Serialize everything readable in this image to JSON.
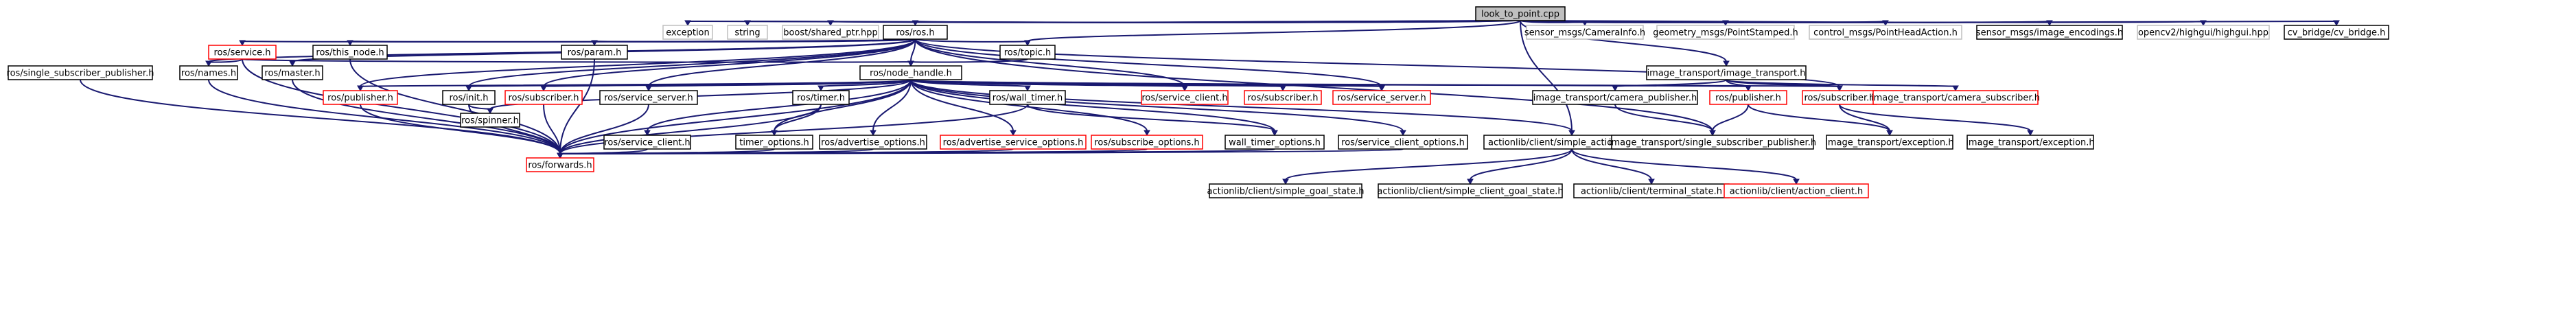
{
  "colors": {
    "edge": "#191970",
    "black_border": "#000000",
    "red_border": "#ff0000",
    "grey_border": "#bfbfbf",
    "root_fill": "#bfbfbf"
  },
  "nodes": [
    {
      "id": "root",
      "label": "look_to_point.cpp",
      "style": "root"
    },
    {
      "id": "exception",
      "label": "exception",
      "style": "grey"
    },
    {
      "id": "string",
      "label": "string",
      "style": "grey"
    },
    {
      "id": "shared_ptr",
      "label": "boost/shared_ptr.hpp",
      "style": "grey"
    },
    {
      "id": "ros_h",
      "label": "ros/ros.h",
      "style": "black"
    },
    {
      "id": "camerainfo",
      "label": "sensor_msgs/CameraInfo.h",
      "style": "grey"
    },
    {
      "id": "pointstamped",
      "label": "geometry_msgs/PointStamped.h",
      "style": "grey"
    },
    {
      "id": "pointhead",
      "label": "control_msgs/PointHeadAction.h",
      "style": "grey"
    },
    {
      "id": "img_enc",
      "label": "sensor_msgs/image_encodings.h",
      "style": "black"
    },
    {
      "id": "highgui",
      "label": "opencv2/highgui/highgui.hpp",
      "style": "grey"
    },
    {
      "id": "cv_bridge",
      "label": "cv_bridge/cv_bridge.h",
      "style": "black"
    },
    {
      "id": "service",
      "label": "ros/service.h",
      "style": "red"
    },
    {
      "id": "this_node",
      "label": "ros/this_node.h",
      "style": "black"
    },
    {
      "id": "param",
      "label": "ros/param.h",
      "style": "black"
    },
    {
      "id": "topic",
      "label": "ros/topic.h",
      "style": "black"
    },
    {
      "id": "single_sub_pub",
      "label": "ros/single_subscriber_publisher.h",
      "style": "black"
    },
    {
      "id": "names",
      "label": "ros/names.h",
      "style": "black"
    },
    {
      "id": "master",
      "label": "ros/master.h",
      "style": "black"
    },
    {
      "id": "node_handle",
      "label": "ros/node_handle.h",
      "style": "black"
    },
    {
      "id": "it_main",
      "label": "image_transport/image_transport.h",
      "style": "black"
    },
    {
      "id": "publisher_l",
      "label": "ros/publisher.h",
      "style": "red"
    },
    {
      "id": "init",
      "label": "ros/init.h",
      "style": "black"
    },
    {
      "id": "subscriber_l",
      "label": "ros/subscriber.h",
      "style": "red"
    },
    {
      "id": "service_server_l",
      "label": "ros/service_server.h",
      "style": "black"
    },
    {
      "id": "timer",
      "label": "ros/timer.h",
      "style": "black"
    },
    {
      "id": "wall_timer",
      "label": "ros/wall_timer.h",
      "style": "black"
    },
    {
      "id": "service_client_r",
      "label": "ros/service_client.h",
      "style": "red"
    },
    {
      "id": "subscriber_r",
      "label": "ros/subscriber.h",
      "style": "red"
    },
    {
      "id": "service_server_r",
      "label": "ros/service_server.h",
      "style": "red"
    },
    {
      "id": "it_camera_pub",
      "label": "image_transport/camera_publisher.h",
      "style": "black"
    },
    {
      "id": "it_publisher",
      "label": "ros/publisher.h",
      "style": "red"
    },
    {
      "id": "it_subscriber",
      "label": "ros/subscriber.h",
      "style": "red"
    },
    {
      "id": "it_camera_sub",
      "label": "image_transport/camera_subscriber.h",
      "style": "red"
    },
    {
      "id": "spinner",
      "label": "ros/spinner.h",
      "style": "black"
    },
    {
      "id": "service_client_l",
      "label": "ros/service_client.h",
      "style": "black"
    },
    {
      "id": "timer_options",
      "label": "timer_options.h",
      "style": "black"
    },
    {
      "id": "advertise_options",
      "label": "ros/advertise_options.h",
      "style": "black"
    },
    {
      "id": "adv_service_options",
      "label": "ros/advertise_service_options.h",
      "style": "red"
    },
    {
      "id": "subscribe_options",
      "label": "ros/subscribe_options.h",
      "style": "red"
    },
    {
      "id": "wall_timer_options",
      "label": "wall_timer_options.h",
      "style": "black"
    },
    {
      "id": "service_client_options",
      "label": "ros/service_client_options.h",
      "style": "black"
    },
    {
      "id": "simple_action_client",
      "label": "actionlib/client/simple_action_client.h",
      "style": "black"
    },
    {
      "id": "it_single_sub_pub",
      "label": "image_transport/single_subscriber_publisher.h",
      "style": "black"
    },
    {
      "id": "it_exception_l",
      "label": "image_transport/exception.h",
      "style": "black"
    },
    {
      "id": "it_exception_r",
      "label": "image_transport/exception.h",
      "style": "black"
    },
    {
      "id": "forwards",
      "label": "ros/forwards.h",
      "style": "red"
    },
    {
      "id": "simple_goal_state",
      "label": "actionlib/client/simple_goal_state.h",
      "style": "black"
    },
    {
      "id": "simple_client_goal_state",
      "label": "actionlib/client/simple_client_goal_state.h",
      "style": "black"
    },
    {
      "id": "terminal_state",
      "label": "actionlib/client/terminal_state.h",
      "style": "black"
    },
    {
      "id": "action_client",
      "label": "actionlib/client/action_client.h",
      "style": "red"
    }
  ]
}
